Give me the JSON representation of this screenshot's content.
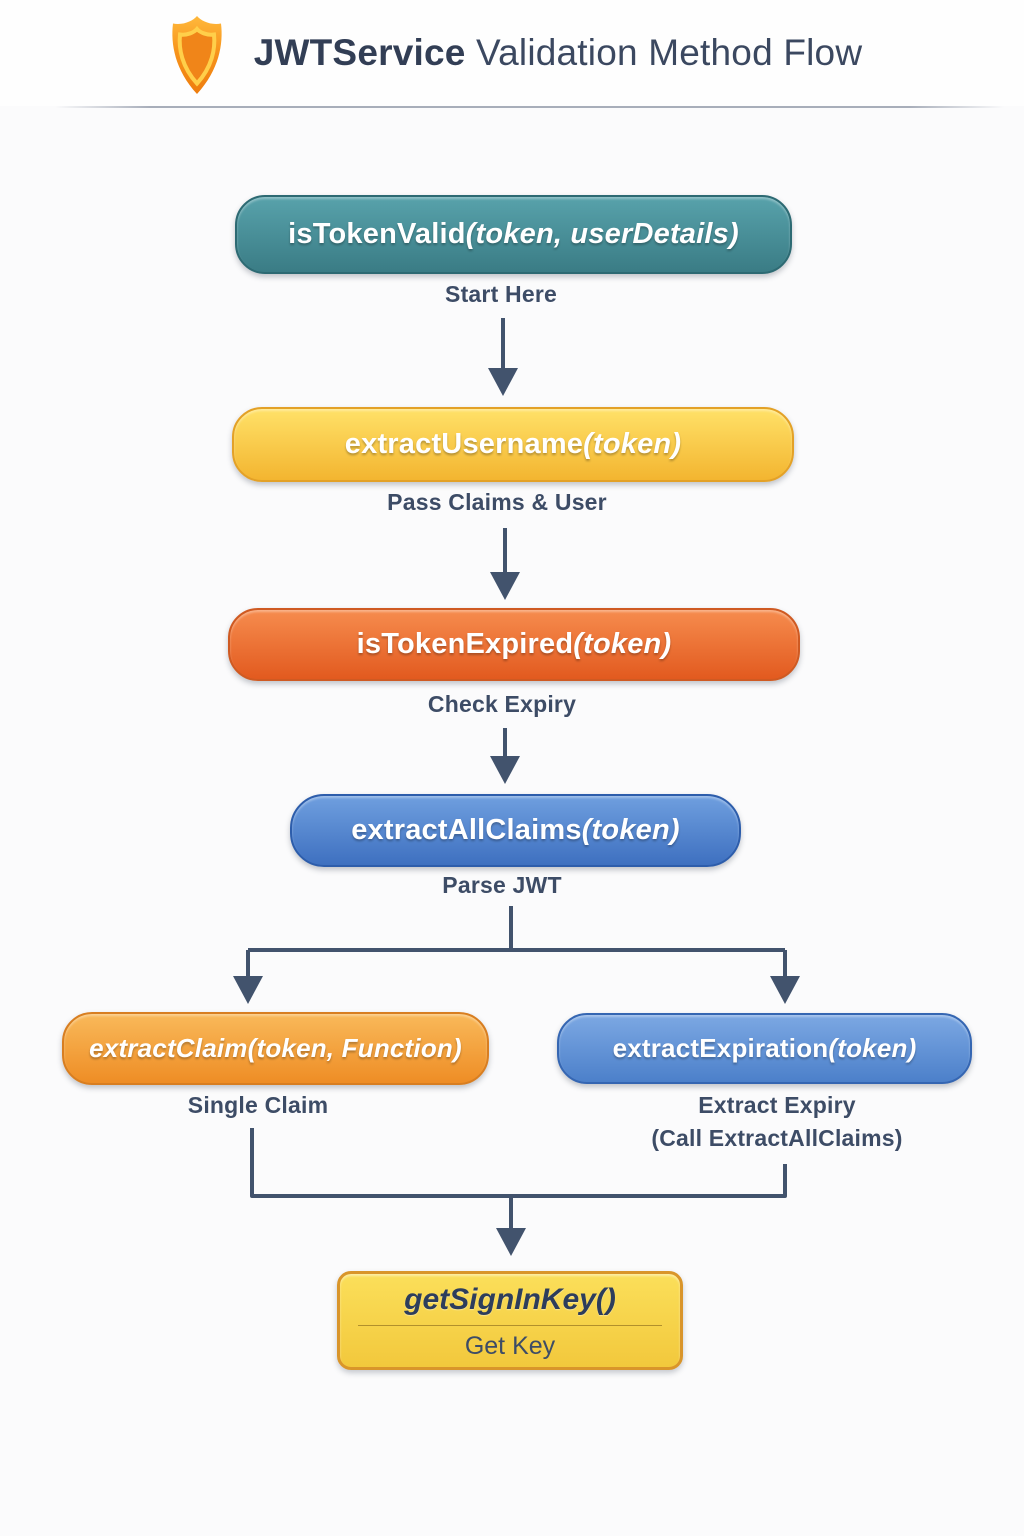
{
  "header": {
    "icon": "shield-icon",
    "title_primary": "JWTService",
    "title_secondary": " Validation Method Flow"
  },
  "nodes": [
    {
      "id": "is-token-valid",
      "label_name": "isTokenValid",
      "label_params": "(token, userDetails)",
      "caption": "Start Here"
    },
    {
      "id": "extract-username",
      "label_name": "extractUsername",
      "label_params": "(token)",
      "caption": "Pass Claims & User"
    },
    {
      "id": "is-token-expired",
      "label_name": "isTokenExpired",
      "label_params": "(token)",
      "caption": "Check Expiry"
    },
    {
      "id": "extract-all-claims",
      "label_name": "extractAllClaims",
      "label_params": "(token)",
      "caption": "Parse JWT"
    },
    {
      "id": "extract-claim",
      "label_name": "extractClaim",
      "label_params": "(token, Function)",
      "caption": "Single Claim"
    },
    {
      "id": "extract-expiration",
      "label_name": "extractExpiration",
      "label_params": "(token)",
      "caption_line1": "Extract Expiry",
      "caption_line2": "(Call ExtractAllClaims)"
    },
    {
      "id": "get-sign-in-key",
      "label_name": "getSignInKey",
      "label_params": "()",
      "caption": "Get Key"
    }
  ],
  "colors": {
    "teal_top": "#58a2ab",
    "teal_bottom": "#3a7c85",
    "teal_border": "#2d6a73",
    "yellow_top": "#ffe168",
    "yellow_bottom": "#f3b530",
    "yellow_border": "#e3a127",
    "orange_top": "#f68c4e",
    "orange_bottom": "#e25a1f",
    "orange_border": "#cf5a22",
    "blue_top": "#6f9fdf",
    "blue_bottom": "#3e70c0",
    "blue_border": "#2d5dab",
    "orange2_top": "#f9b95a",
    "orange2_bottom": "#ee8d25",
    "orange2_border": "#d87e21",
    "blue2_top": "#7ca8e3",
    "blue2_bottom": "#4c80ca",
    "blue2_border": "#3566b2",
    "yellow2_top": "#fbdf5a",
    "yellow2_bottom": "#f2c83c",
    "yellow2_border": "#d9952a",
    "connector": "#42536d",
    "caption_text": "#3d4c66",
    "title_text": "#323e55",
    "box_text": "#ffffff",
    "key_text": "#2d3d5c",
    "shield_outer_top": "#ffb93c",
    "shield_outer_bottom": "#ee7d0e",
    "shield_ring": "#ffcf4a",
    "shield_inner": "#f08519"
  }
}
